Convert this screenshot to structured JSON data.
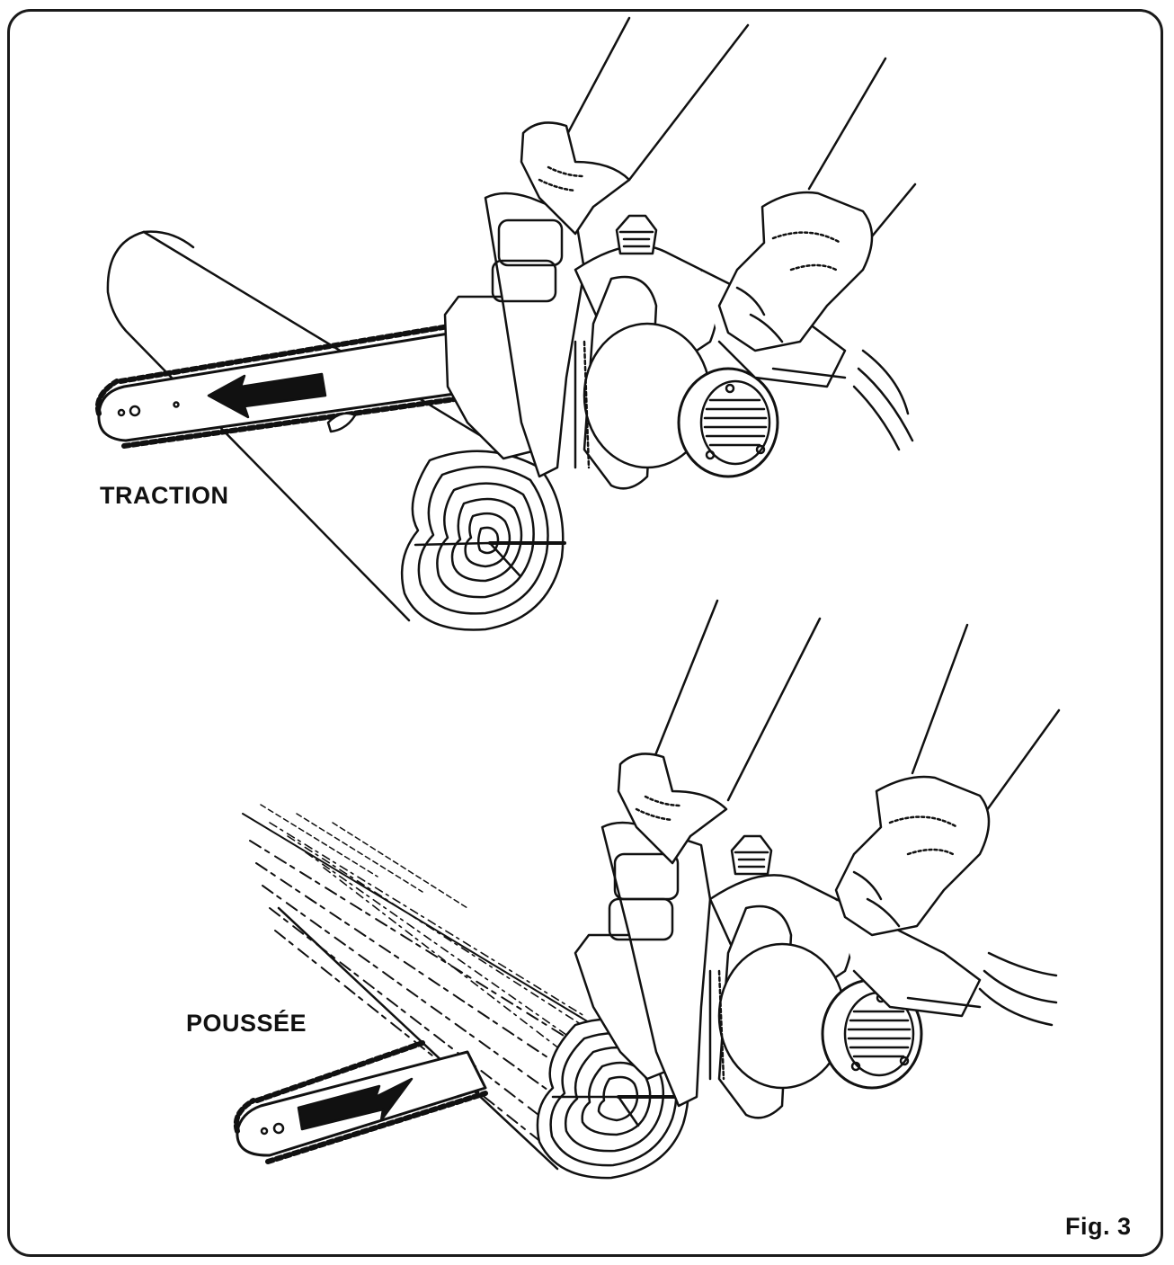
{
  "labels": {
    "traction": "TRACTION",
    "poussee": "POUSSÉE",
    "figure": "Fig. 3"
  },
  "icons": {
    "top_arrow": "arrow-left-icon",
    "bottom_arrow": "arrow-right-icon"
  },
  "colors": {
    "ink": "#111111",
    "paper": "#ffffff"
  }
}
